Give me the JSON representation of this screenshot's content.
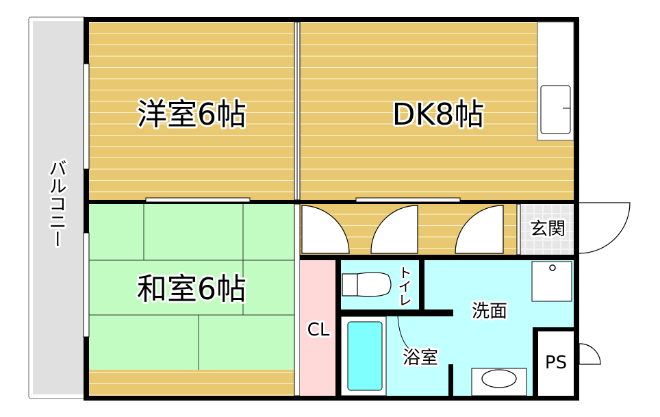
{
  "rooms": {
    "western_room": "洋室6帖",
    "dining_kitchen": "DK8帖",
    "japanese_room": "和室6帖",
    "balcony": "バルコニー",
    "entrance": "玄関",
    "toilet": "トイレ",
    "washroom": "洗面",
    "closet": "CL",
    "bathroom": "浴室",
    "pipe_space": "PS"
  },
  "colors": {
    "wood_floor": "#e8c870",
    "tatami": "#c2fcc2",
    "wet_area": "#c2ffff",
    "closet": "#ffd8d8",
    "balcony": "#e0e0e0",
    "wall": "#000000"
  }
}
